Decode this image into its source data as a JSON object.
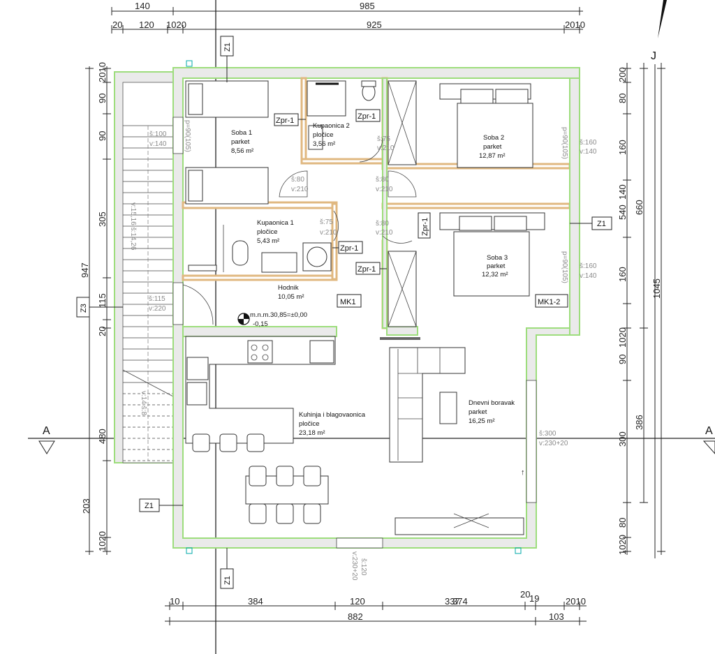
{
  "rooms": {
    "soba1": {
      "name": "Soba 1",
      "floor": "parket",
      "area": "8,56 m²"
    },
    "kup2": {
      "name": "Kupaonica 2",
      "floor": "pločice",
      "area": "3,56 m²"
    },
    "soba2": {
      "name": "Soba 2",
      "floor": "parket",
      "area": "12,87 m²"
    },
    "kup1": {
      "name": "Kupaonica 1",
      "floor": "pločice",
      "area": "5,43 m²"
    },
    "soba3": {
      "name": "Soba 3",
      "floor": "parket",
      "area": "12,32 m²"
    },
    "hodnik": {
      "name": "Hodnik",
      "area": "10,05 m²"
    },
    "kuhinja": {
      "name": "Kuhinja i blagovaonica",
      "floor": "pločice",
      "area": "23,18 m²"
    },
    "dnevni": {
      "name": "Dnevni boravak",
      "floor": "parket",
      "area": "16,25 m²"
    }
  },
  "level": {
    "line1": "m.n.m.30,85=±0,00",
    "line2": "-0,15"
  },
  "openings": {
    "w_soba1": {
      "s": "š:100",
      "v": "v:140"
    },
    "w_soba2": {
      "s": "š:160",
      "v": "v:140"
    },
    "w_soba3": {
      "s": "š:160",
      "v": "v:140"
    },
    "d_entry": {
      "s": "š:115",
      "v": "v:220"
    },
    "d_soba1": {
      "s": "š:80",
      "v": "v:210"
    },
    "d_soba2": {
      "s": "š:80",
      "v": "v:210"
    },
    "d_kup2": {
      "s": "š:75",
      "v": "v:210"
    },
    "d_kup1": {
      "s": "š:75",
      "v": "v:210"
    },
    "d_soba3": {
      "s": "š:80",
      "v": "v:210"
    },
    "w_living": {
      "s": "š:300",
      "v": "v:230+20"
    },
    "w_bottom": {
      "s": "š:120",
      "v": "v:230+20"
    }
  },
  "sill_notes": {
    "soba1": "p=90(105)",
    "soba2": "p=90(105)",
    "soba3": "p=90(105)"
  },
  "stairs": {
    "flight1": "v:15,16 š:14,26",
    "flight2": "v:14 š:8"
  },
  "tags": {
    "z1": "Z1",
    "z3": "Z3",
    "zpr1": "Zpr-1",
    "mk1": "MK1",
    "mk12": "MK1-2"
  },
  "section": {
    "label": "A"
  },
  "axis": {
    "label": "J"
  },
  "dims": {
    "top1": [
      "140",
      "985"
    ],
    "top2": [
      "20",
      "120",
      "1020",
      "925",
      "2010"
    ],
    "bottom1": [
      "10",
      "384",
      "120",
      "337",
      "374",
      "20",
      "19",
      "2010"
    ],
    "bottom2": [
      "882",
      "103"
    ],
    "left1": [
      "2010",
      "90",
      "90",
      "305",
      "115",
      "20",
      "480",
      "203",
      "1020"
    ],
    "left2": [
      "947"
    ],
    "right1": [
      "200",
      "80",
      "160",
      "140",
      "540",
      "160",
      "1020",
      "90",
      "300",
      "80",
      "1020"
    ],
    "right2": [
      "660",
      "386"
    ],
    "right3": [
      "1045"
    ]
  }
}
